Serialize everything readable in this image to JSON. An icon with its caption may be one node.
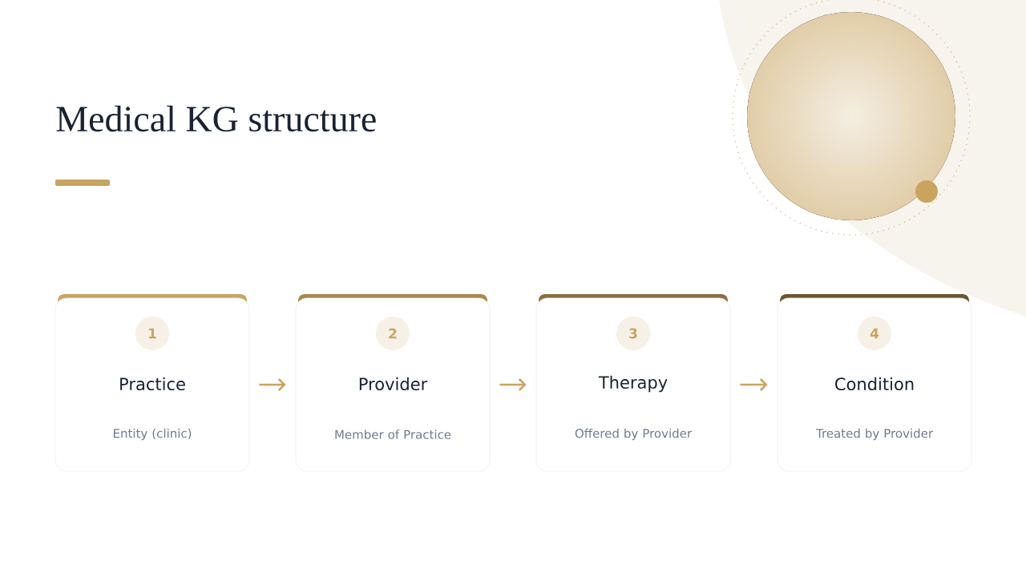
{
  "diagram": {
    "title": "Medical KG structure",
    "nodes": [
      {
        "text": [
          "1",
          "Practice",
          "Entity (clinic)"
        ]
      },
      {
        "text": [
          "2",
          "Provider",
          "Member of Practice"
        ]
      },
      {
        "text": [
          "3",
          "Therapy",
          "Offered by Provider"
        ]
      },
      {
        "text": [
          "4",
          "Condition",
          "Treated by Provider"
        ]
      }
    ],
    "edges": [
      {
        "from": 0,
        "to": 1,
        "arrow": "to"
      },
      {
        "from": 1,
        "to": 2,
        "arrow": "to"
      },
      {
        "from": 2,
        "to": 3,
        "arrow": "to"
      }
    ]
  }
}
